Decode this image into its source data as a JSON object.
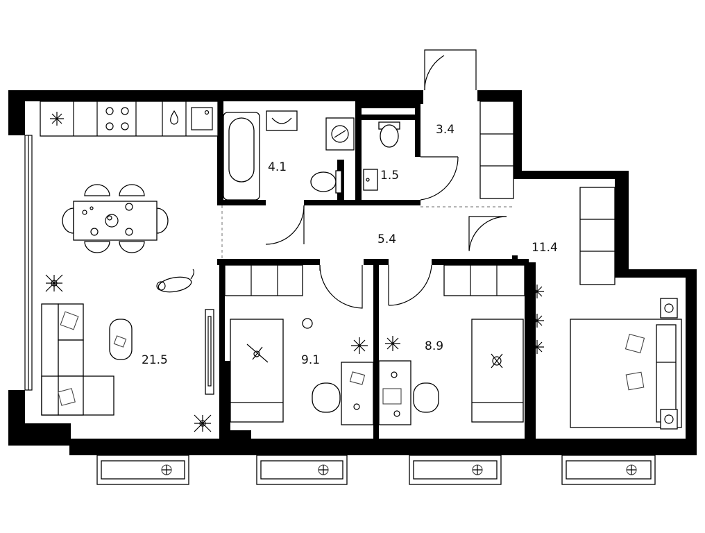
{
  "rooms": [
    {
      "id": "living-kitchen",
      "area": "21.5"
    },
    {
      "id": "bathroom",
      "area": "4.1"
    },
    {
      "id": "toilet",
      "area": "1.5"
    },
    {
      "id": "entrance",
      "area": "3.4"
    },
    {
      "id": "hallway",
      "area": "5.4"
    },
    {
      "id": "bedroom",
      "area": "11.4"
    },
    {
      "id": "kids-room-left",
      "area": "9.1"
    },
    {
      "id": "kids-room-right",
      "area": "8.9"
    }
  ],
  "icons": [
    "snowflake-icon",
    "stove-icon",
    "water-drop-icon",
    "sink-icon",
    "bathtub-icon",
    "washing-machine-icon",
    "toilet-icon",
    "fan-icon",
    "plant-icon",
    "cat-icon",
    "toy-icon",
    "bed-icon",
    "chair-icon",
    "table-icon",
    "sofa-icon",
    "lamp-icon"
  ],
  "colors": {
    "wall": "#000000",
    "background": "#ffffff",
    "line": "#000000"
  }
}
